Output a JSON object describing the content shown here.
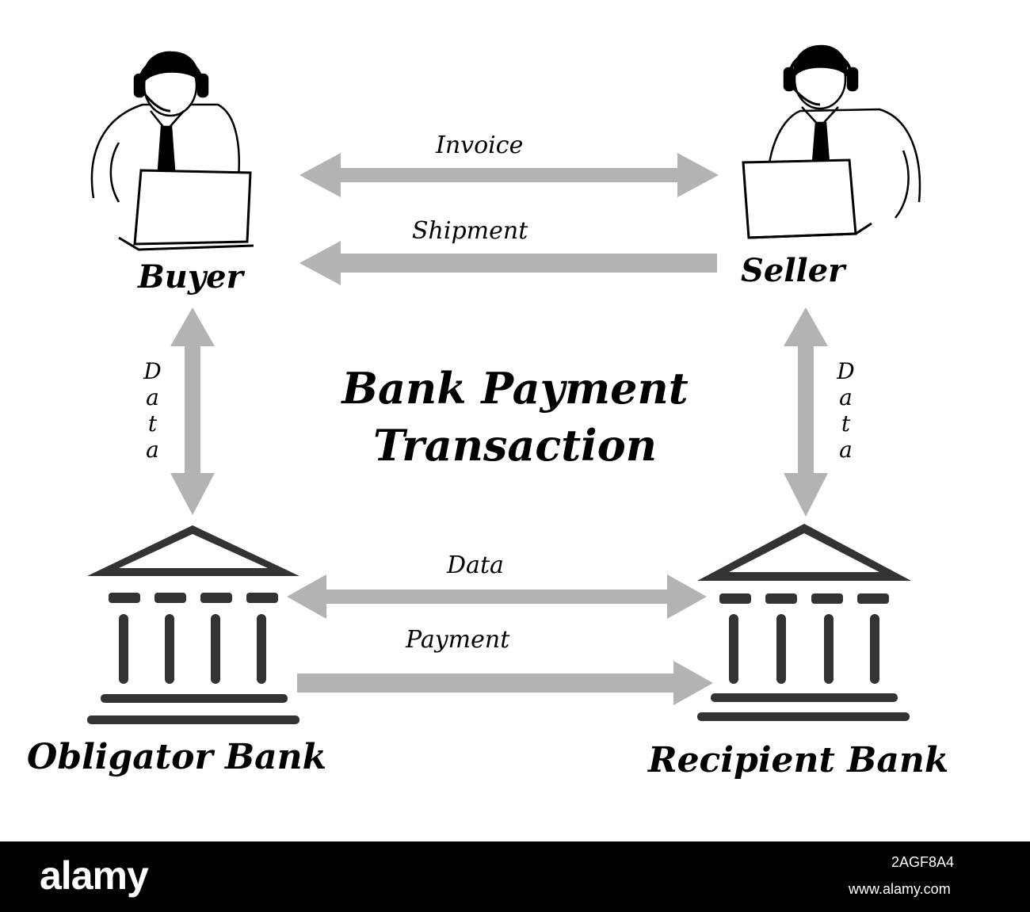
{
  "title": {
    "line1": "Bank Payment",
    "line2": "Transaction"
  },
  "nodes": {
    "buyer": "Buyer",
    "seller": "Seller",
    "obligator_bank": "Obligator Bank",
    "recipient_bank": "Recipient Bank"
  },
  "edges": {
    "invoice": "Invoice",
    "shipment": "Shipment",
    "buyer_bank_data": "Data",
    "seller_bank_data": "Data",
    "bank_data": "Data",
    "payment": "Payment"
  },
  "colors": {
    "arrow": "#b3b3b3",
    "bank": "#333333",
    "footer": "#000000"
  },
  "footer": {
    "logo": "alamy",
    "image_id": "2AGF8A4",
    "site": "www.alamy.com"
  }
}
